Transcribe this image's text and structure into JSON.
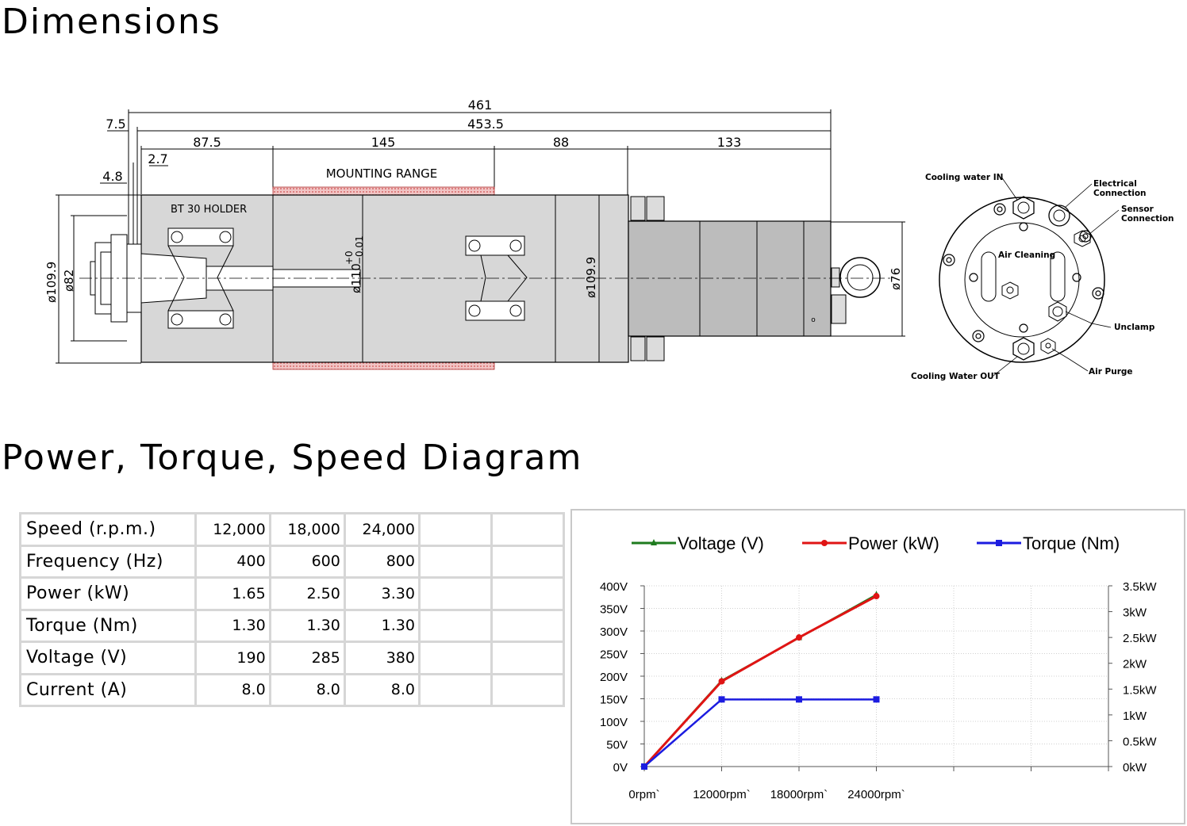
{
  "dimensions": {
    "title": "Dimensions",
    "labels": {
      "overall_length": "461",
      "body_length": "453.5",
      "offset_7_5": "7.5",
      "offset_2_7": "2.7",
      "offset_4_8": "4.8",
      "seg_87_5": "87.5",
      "seg_145": "145",
      "seg_88": "88",
      "seg_133": "133",
      "mounting_range": "MOUNTING RANGE",
      "holder": "BT 30 HOLDER",
      "dia_109_9_left": "ø109.9",
      "dia_82": "ø82",
      "dia_110_main": "ø110",
      "dia_110_tol_upper": "+0",
      "dia_110_tol_lower": "−0.01",
      "dia_109_9_mid": "ø109.9",
      "dia_76": "ø76",
      "small_mark": "o"
    },
    "end_view": {
      "cooling_water_in": "Cooling water IN",
      "electrical_connection_1": "Electrical",
      "electrical_connection_2": "Connection",
      "sensor_connection_1": "Sensor",
      "sensor_connection_2": "Connection",
      "air_cleaning": "Air Cleaning",
      "unclamp": "Unclamp",
      "air_purge": "Air Purge",
      "cooling_water_out": "Cooling Water OUT"
    }
  },
  "diagram": {
    "title": "Power, Torque, Speed Diagram"
  },
  "spec_table": {
    "rows": [
      {
        "label": "Speed (r.p.m.)",
        "values": [
          "12,000",
          "18,000",
          "24,000"
        ]
      },
      {
        "label": "Frequency (Hz)",
        "values": [
          "400",
          "600",
          "800"
        ]
      },
      {
        "label": "Power (kW)",
        "values": [
          "1.65",
          "2.50",
          "3.30"
        ]
      },
      {
        "label": "Torque (Nm)",
        "values": [
          "1.30",
          "1.30",
          "1.30"
        ]
      },
      {
        "label": "Voltage (V)",
        "values": [
          "190",
          "285",
          "380"
        ]
      },
      {
        "label": "Current (A)",
        "values": [
          "8.0",
          "8.0",
          "8.0"
        ]
      }
    ]
  },
  "chart_data": {
    "type": "line",
    "title": "",
    "x": [
      "0rpm`",
      "12000rpm`",
      "18000rpm`",
      "24000rpm`"
    ],
    "x_extra_gridlines": 3,
    "y_left": {
      "ticks": [
        "0V",
        "50V",
        "100V",
        "150V",
        "200V",
        "250V",
        "300V",
        "350V",
        "400V"
      ],
      "min": 0,
      "max": 400
    },
    "y_right": {
      "ticks": [
        "0kW",
        "0.5kW",
        "1kW",
        "1.5kW",
        "2kW",
        "2.5kW",
        "3kW",
        "3.5kW"
      ],
      "min": 0,
      "max": 3.5
    },
    "grid": true,
    "legend_position": "top",
    "series": [
      {
        "name": "Voltage (V)",
        "axis": "left",
        "color": "#1e7b1e",
        "marker": "triangle",
        "values": [
          0,
          190,
          285,
          380
        ]
      },
      {
        "name": "Power (kW)",
        "axis": "right",
        "color": "#e01414",
        "marker": "circle",
        "values": [
          0,
          1.65,
          2.5,
          3.3
        ]
      },
      {
        "name": "Torque (Nm)",
        "axis": "right",
        "color": "#1c1ce0",
        "marker": "square",
        "values": [
          0,
          1.3,
          1.3,
          1.3
        ]
      }
    ]
  }
}
